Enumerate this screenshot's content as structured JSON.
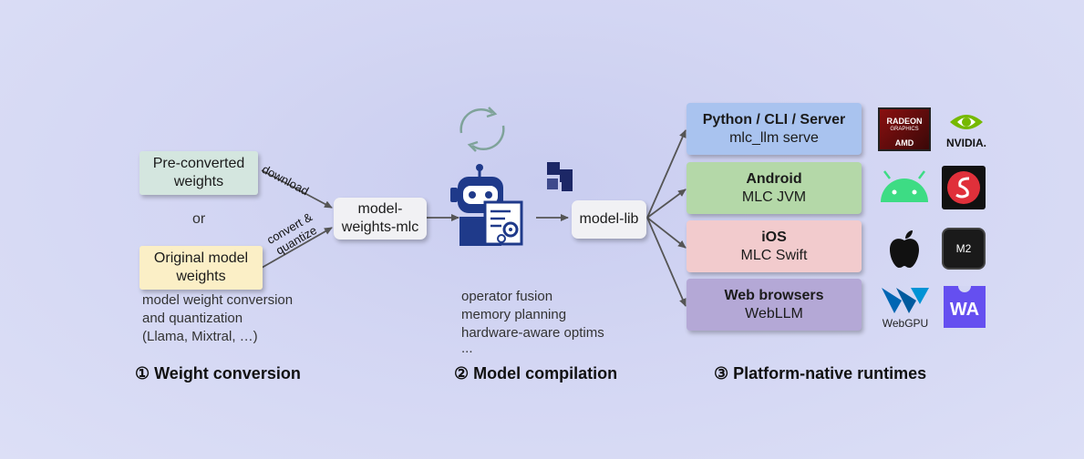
{
  "step1": {
    "title": "① Weight conversion",
    "box_preconverted": [
      "Pre-converted",
      "weights"
    ],
    "or": "or",
    "box_original": [
      "Original model",
      "weights"
    ],
    "edge_download": "download",
    "edge_convert": [
      "convert &",
      "quantize"
    ],
    "note": [
      "model weight conversion",
      "and quantization",
      "(Llama, Mixtral, …)"
    ],
    "box_weights_mlc": [
      "model-",
      "weights-mlc"
    ]
  },
  "step2": {
    "title": "② Model compilation",
    "note": [
      "operator fusion",
      "memory planning",
      "hardware-aware optims",
      "..."
    ],
    "box_model_lib": "model-lib"
  },
  "step3": {
    "title": "③ Platform-native runtimes",
    "runtimes": [
      {
        "title": "Python / CLI / Server",
        "sub": "mlc_llm serve",
        "color": "#a9c3ef"
      },
      {
        "title": "Android",
        "sub": "MLC JVM",
        "color": "#b4d8a8"
      },
      {
        "title": "iOS",
        "sub": "MLC Swift",
        "color": "#f2cbcd"
      },
      {
        "title": "Web browsers",
        "sub": "WebLLM",
        "color": "#b4a8d6"
      }
    ]
  },
  "logos": {
    "radeon": [
      "RADEON",
      "GRAPHICS",
      "AMD"
    ],
    "nvidia": "NVIDIA.",
    "m2": "M2",
    "webgpu": "WebGPU",
    "wa": "WA"
  },
  "colors": {
    "box_green": "#d4e6df",
    "box_yellow": "#fbefc6",
    "box_white": "#f1f1f4",
    "robot": "#1f3a8a",
    "cycle": "#7fa39a"
  }
}
